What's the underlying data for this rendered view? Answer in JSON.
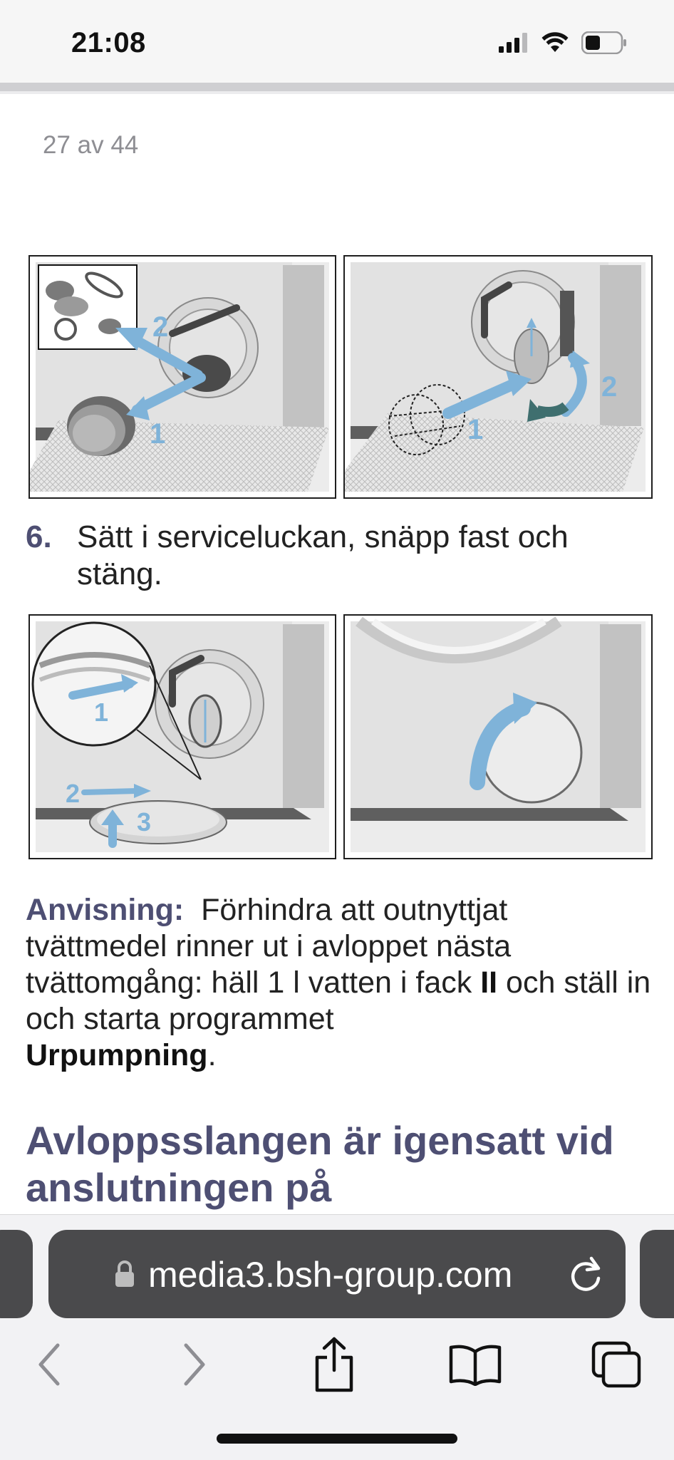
{
  "status_bar": {
    "time": "21:08"
  },
  "document": {
    "page_count": "27 av 44",
    "step": {
      "number": "6.",
      "text": "Sätt i serviceluckan, snäpp fast och stäng."
    },
    "note": {
      "label": "Anvisning:",
      "text_part1": "Förhindra att outnyttjat tvättmedel rinner ut i avloppet nästa tvättomgång: häll 1 l vatten i fack",
      "compartment": "II",
      "text_part2": "och ställ in och starta programmet",
      "program": "Urpumpning",
      "period": "."
    },
    "heading": "Avloppsslangen är igensatt vid anslutningen på"
  },
  "illustrations": {
    "panel1": {
      "labels": [
        "2",
        "1"
      ]
    },
    "panel2": {
      "labels": [
        "1",
        "2"
      ]
    },
    "panel3": {
      "labels": [
        "1",
        "2",
        "3"
      ]
    },
    "panel4": {
      "labels": []
    }
  },
  "browser": {
    "url": "media3.bsh-group.com"
  },
  "colors": {
    "accent_heading": "#4e4f73",
    "arrow_blue": "#7fb3d9",
    "url_bar": "#4a4a4c"
  },
  "icons": [
    "signal-icon",
    "wifi-icon",
    "battery-icon",
    "lock-icon",
    "reload-icon",
    "back-icon",
    "forward-icon",
    "share-icon",
    "bookmarks-icon",
    "tabs-icon"
  ]
}
